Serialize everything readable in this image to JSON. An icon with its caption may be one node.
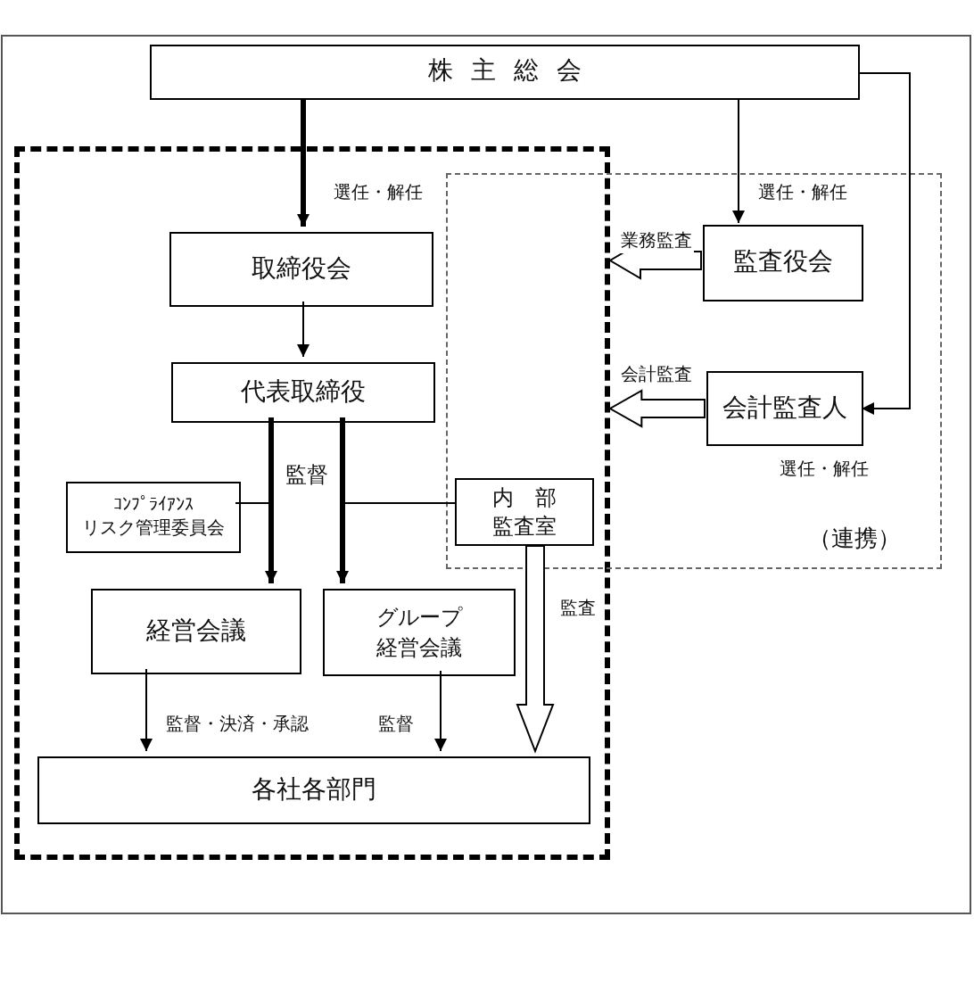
{
  "diagram": {
    "nodes": [
      {
        "text": [
          "株主総会"
        ]
      },
      {
        "text": [],
        "shape": "box"
      },
      {
        "text": [
          "（連携）"
        ]
      },
      {
        "text": [
          "取締役会"
        ],
        "in": 1
      },
      {
        "text": [
          "代表取締役"
        ],
        "in": 1
      },
      {
        "text": [
          "ｺﾝﾌﾟﾗｲｱﾝｽ",
          "リスク管理委員会"
        ],
        "in": 1
      },
      {
        "text": [
          "内　部",
          "監査室"
        ]
      },
      {
        "text": [
          "経営会議"
        ],
        "in": 1
      },
      {
        "text": [
          "グループ",
          "経営会議"
        ],
        "in": 1
      },
      {
        "text": [
          "各社各部門"
        ],
        "in": 1
      },
      {
        "text": [
          "監査役会"
        ],
        "in": 2
      },
      {
        "text": [
          "会計監査人"
        ],
        "in": 2
      }
    ],
    "edges": [
      {
        "from": 0,
        "to": 3,
        "arrow": "to",
        "label": "選任・解任",
        "style": "thick"
      },
      {
        "from": 0,
        "to": 10,
        "arrow": "to",
        "label": "選任・解任"
      },
      {
        "from": 0,
        "to": 11,
        "arrow": "to",
        "label": "選任・解任"
      },
      {
        "from": 3,
        "to": 4,
        "arrow": "to"
      },
      {
        "from": 4,
        "to": 7,
        "arrow": "to",
        "label": "監督",
        "style": "thick"
      },
      {
        "from": 4,
        "to": 8,
        "arrow": "to",
        "style": "thick"
      },
      {
        "from": 4,
        "to": 5,
        "arrow": "none"
      },
      {
        "from": 4,
        "to": 6,
        "arrow": "none"
      },
      {
        "from": 10,
        "to": 1,
        "arrow": "to",
        "label": "業務監査",
        "style": "thick"
      },
      {
        "from": 11,
        "to": 1,
        "arrow": "to",
        "label": "会計監査",
        "style": "thick"
      },
      {
        "from": 6,
        "to": 9,
        "arrow": "to",
        "label": "監査",
        "style": "thick"
      },
      {
        "from": 7,
        "to": 9,
        "arrow": "to",
        "label": "監督・決済・承認"
      },
      {
        "from": 8,
        "to": 9,
        "arrow": "to",
        "label": "監督"
      }
    ]
  }
}
